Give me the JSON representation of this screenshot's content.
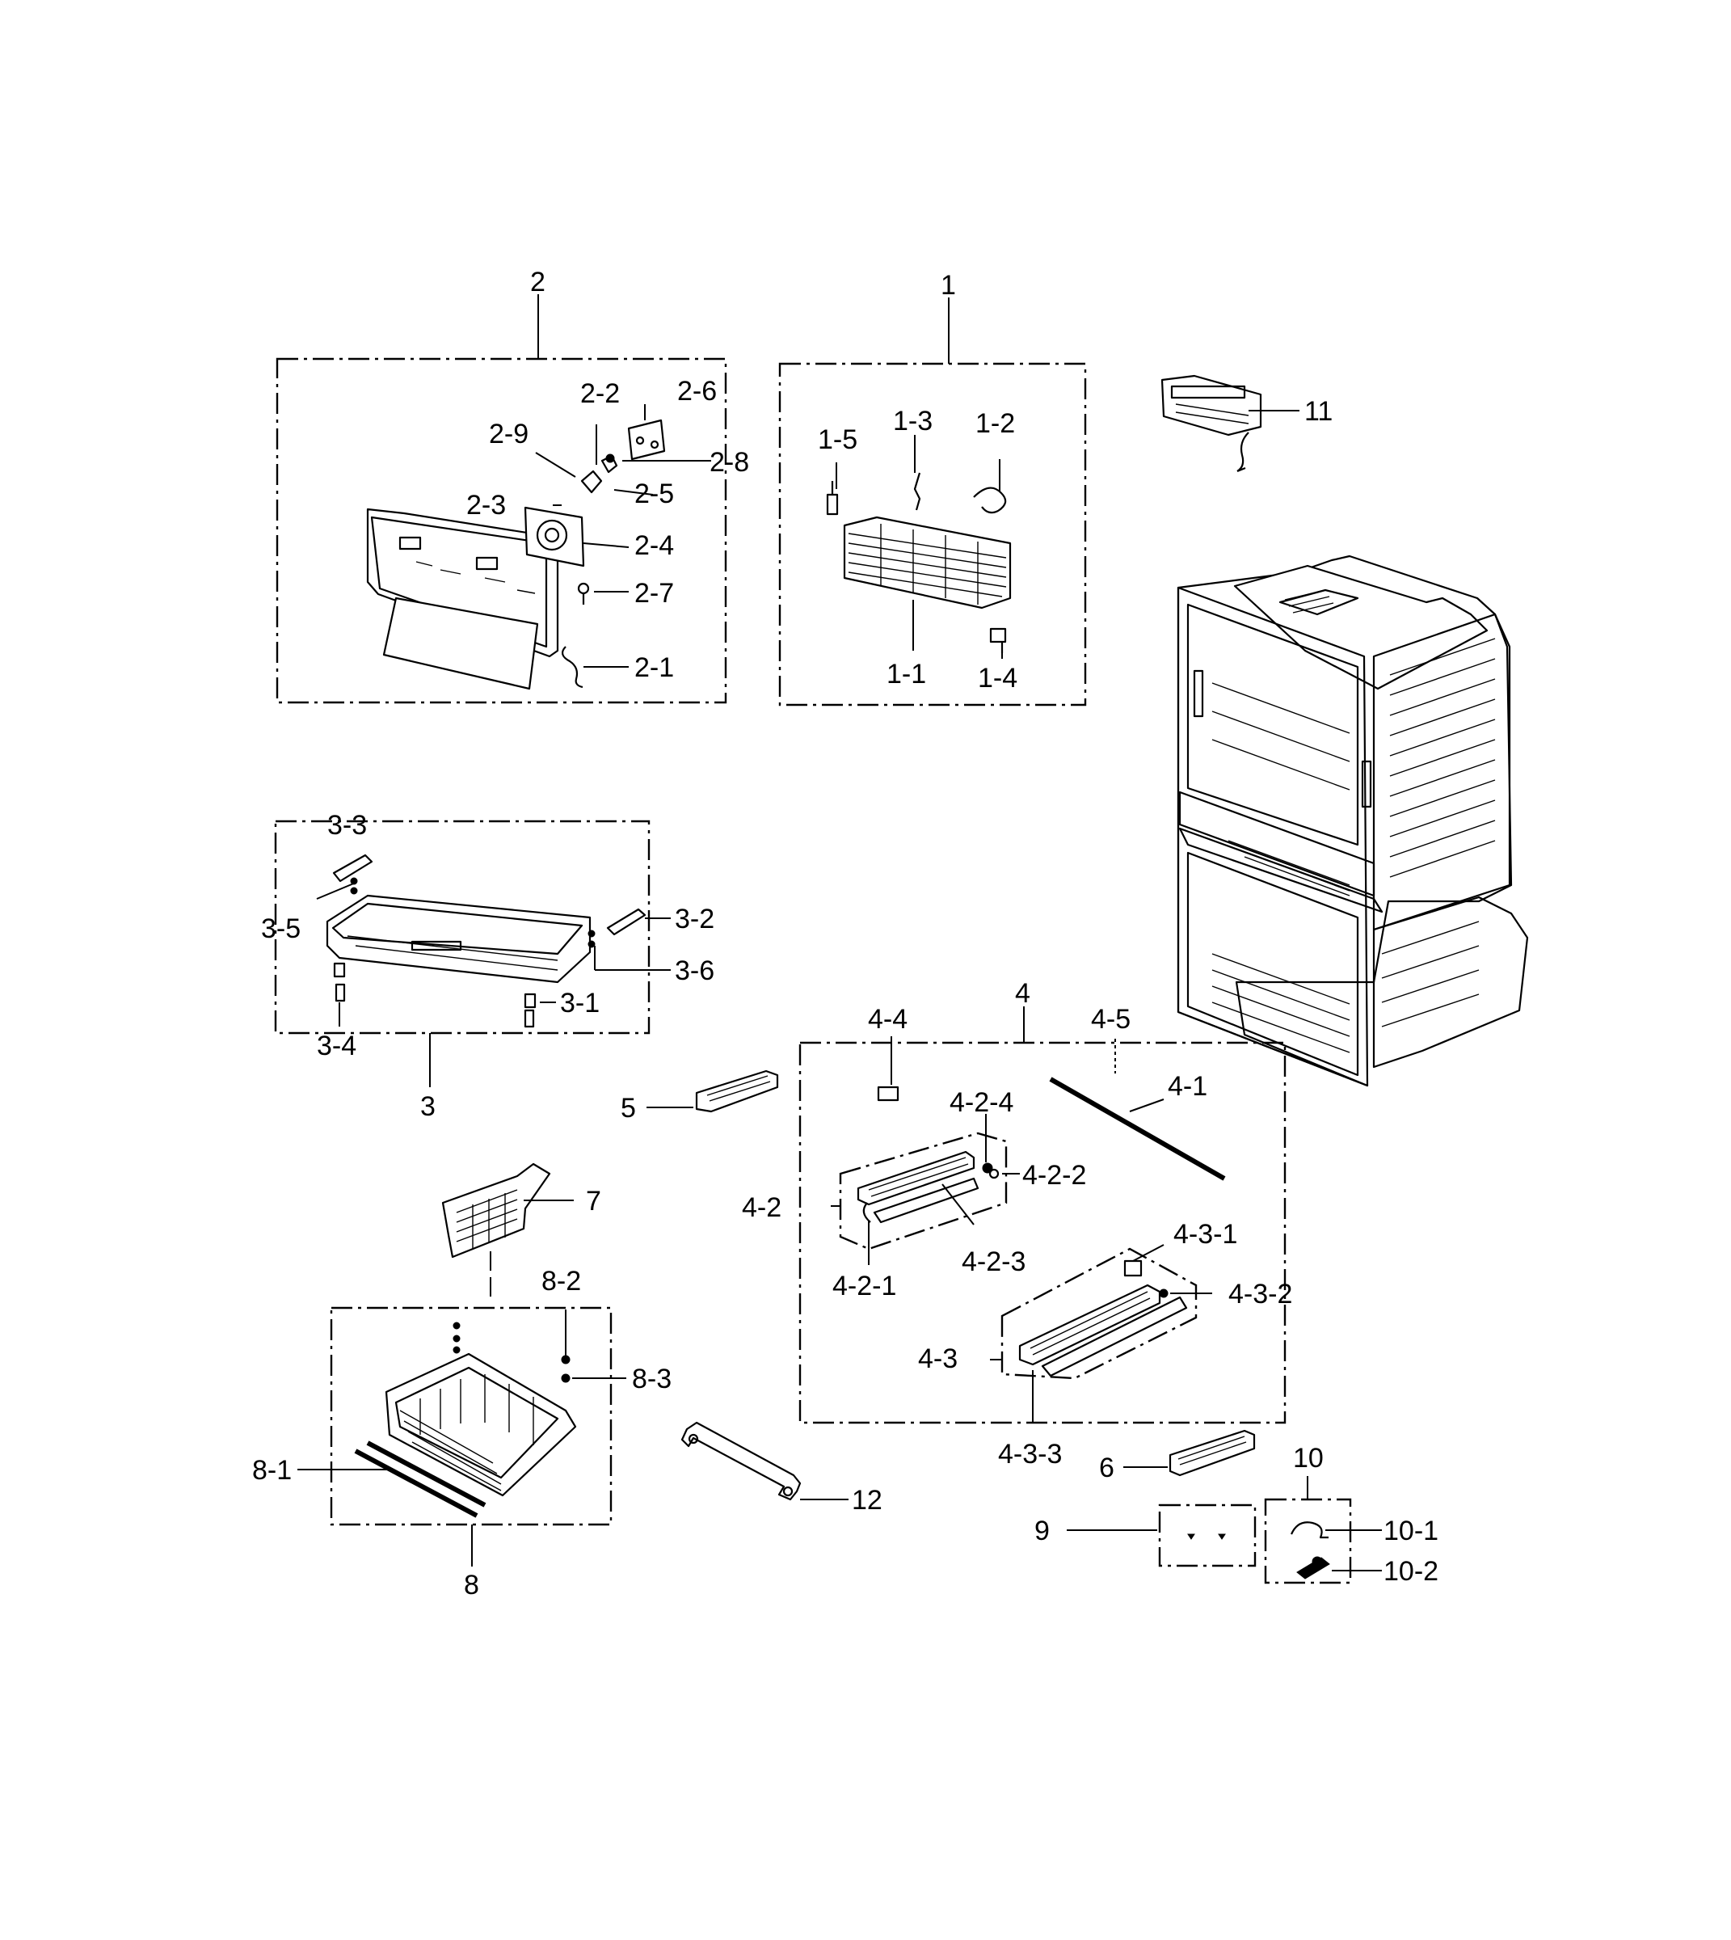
{
  "labels": {
    "g1": "1",
    "g1_1": "1-1",
    "g1_2": "1-2",
    "g1_3": "1-3",
    "g1_4": "1-4",
    "g1_5": "1-5",
    "g2": "2",
    "g2_1": "2-1",
    "g2_2": "2-2",
    "g2_3": "2-3",
    "g2_4": "2-4",
    "g2_5": "2-5",
    "g2_6": "2-6",
    "g2_7": "2-7",
    "g2_8": "2-8",
    "g2_9": "2-9",
    "g3": "3",
    "g3_1": "3-1",
    "g3_2": "3-2",
    "g3_3": "3-3",
    "g3_4": "3-4",
    "g3_5": "3-5",
    "g3_6": "3-6",
    "g4": "4",
    "g4_1": "4-1",
    "g4_2": "4-2",
    "g4_2_1": "4-2-1",
    "g4_2_2": "4-2-2",
    "g4_2_3": "4-2-3",
    "g4_2_4": "4-2-4",
    "g4_3": "4-3",
    "g4_3_1": "4-3-1",
    "g4_3_2": "4-3-2",
    "g4_3_3": "4-3-3",
    "g4_4": "4-4",
    "g4_5": "4-5",
    "g5": "5",
    "g6": "6",
    "g7": "7",
    "g8": "8",
    "g8_1": "8-1",
    "g8_2": "8-2",
    "g8_3": "8-3",
    "g9": "9",
    "g10": "10",
    "g10_1": "10-1",
    "g10_2": "10-2",
    "g11": "11",
    "g12": "12"
  }
}
